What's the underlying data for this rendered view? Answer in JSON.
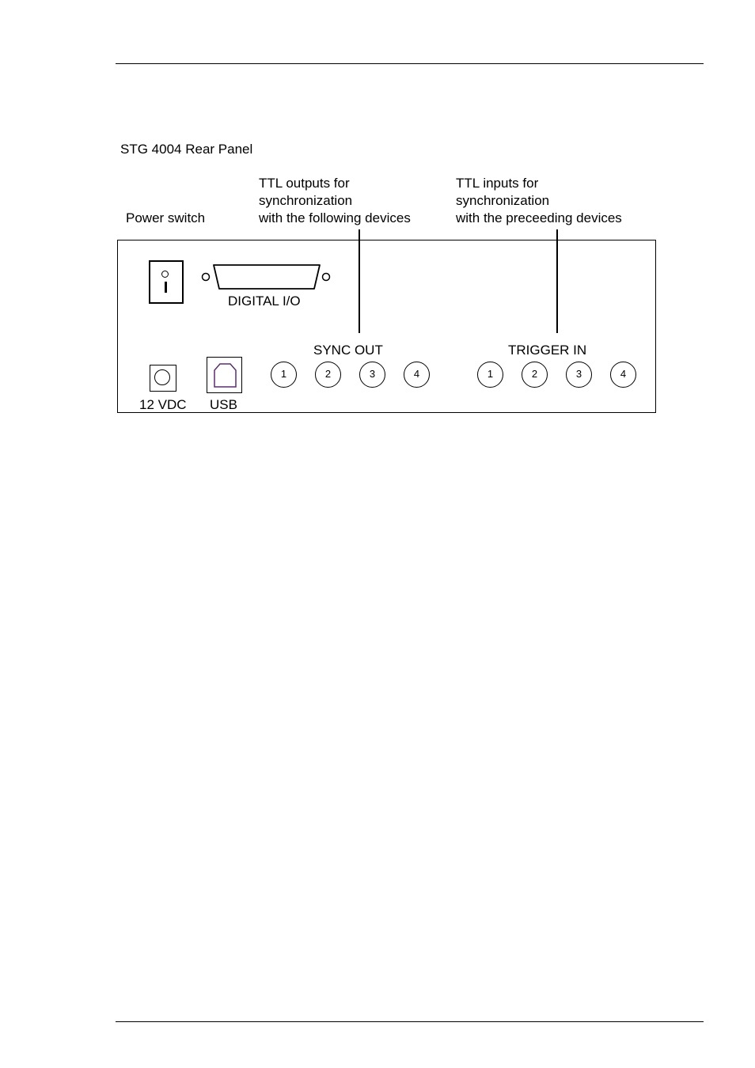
{
  "figure": {
    "title": "STG 4004 Rear Panel",
    "annotations": {
      "power_switch": "Power switch",
      "ttl_outputs": [
        "TTL outputs for",
        "synchronization",
        "with the following devices"
      ],
      "ttl_inputs": [
        "TTL inputs for",
        "synchronization",
        "with the preceeding devices"
      ]
    },
    "panel": {
      "digital_io_label": "DIGITAL I/O",
      "sync_out_label": "SYNC OUT",
      "trigger_in_label": "TRIGGER IN",
      "power_label": "12 VDC",
      "usb_label": "USB",
      "sync_out_ports": [
        "1",
        "2",
        "3",
        "4"
      ],
      "trigger_in_ports": [
        "1",
        "2",
        "3",
        "4"
      ]
    }
  },
  "colors": {
    "line": "#000000",
    "usb_icon": "#5a2d6e",
    "background": "#ffffff"
  }
}
